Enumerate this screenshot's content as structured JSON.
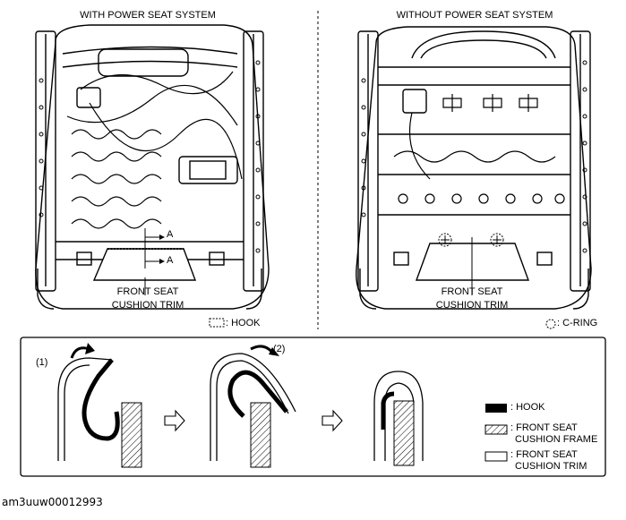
{
  "panels": {
    "left_title": "WITH POWER SEAT SYSTEM",
    "right_title": "WITHOUT POWER SEAT SYSTEM",
    "left_trim_label": [
      "FRONT SEAT",
      "CUSHION TRIM"
    ],
    "right_trim_label": [
      "FRONT SEAT",
      "CUSHION TRIM"
    ],
    "section_marker": "A",
    "hook_key": ": HOOK",
    "cring_key": ": C-RING"
  },
  "steps": {
    "step1": "(1)",
    "step2": "(2)"
  },
  "legend": {
    "hook": ": HOOK",
    "frame": [
      ": FRONT SEAT",
      "CUSHION FRAME"
    ],
    "trim": [
      ": FRONT SEAT",
      "CUSHION TRIM"
    ]
  },
  "figure_code": "am3uuw00012993",
  "colors": {
    "line": "#000000",
    "background": "#ffffff"
  }
}
